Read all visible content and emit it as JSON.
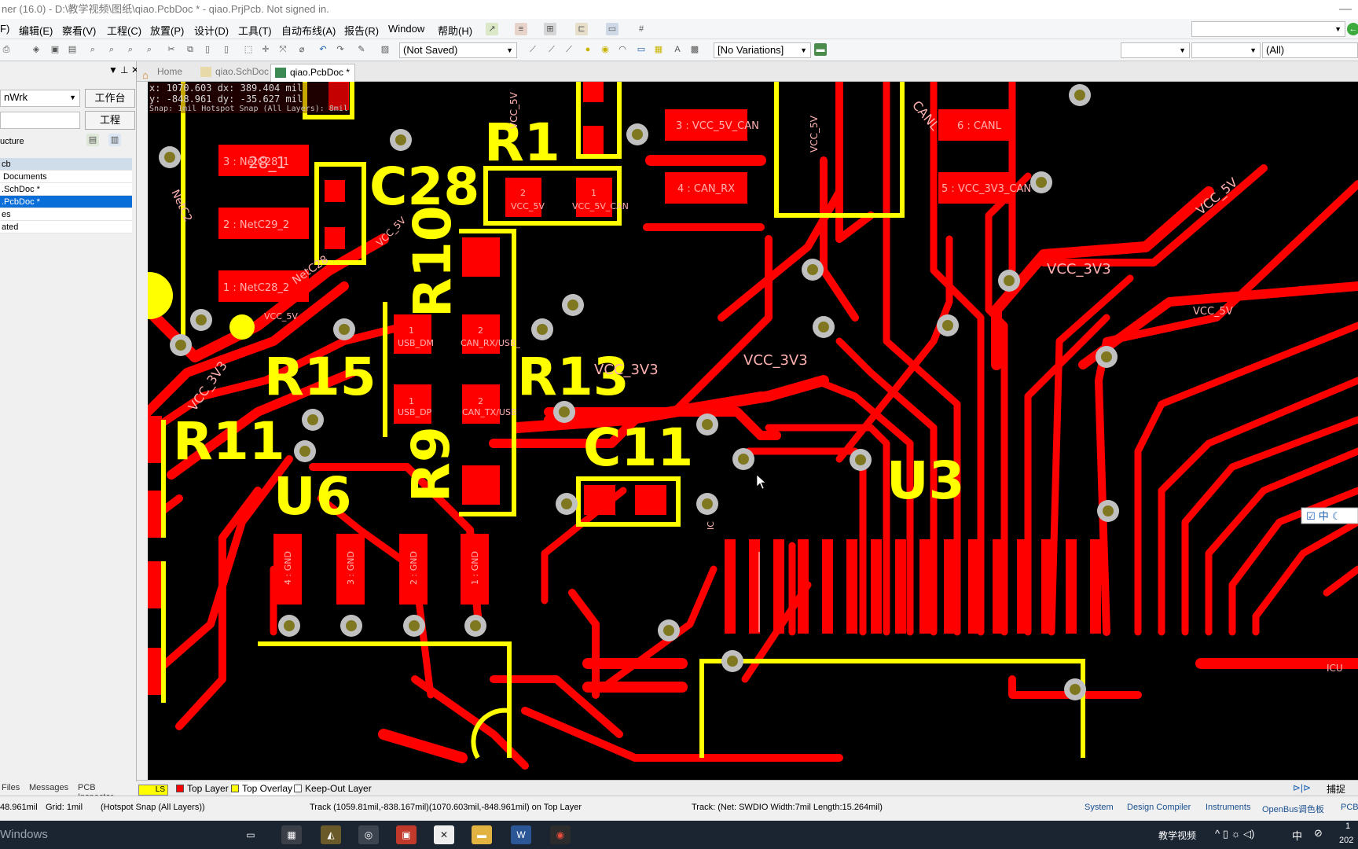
{
  "window": {
    "title": "ner (16.0) - D:\\教学视频\\图纸\\qiao.PcbDoc * - qiao.PrjPcb. Not signed in.",
    "controls": "—"
  },
  "menu": [
    "F)",
    "编辑(E)",
    "察看(V)",
    "工程(C)",
    "放置(P)",
    "设计(D)",
    "工具(T)",
    "自动布线(A)",
    "报告(R)",
    "Window",
    "帮助(H)"
  ],
  "toolbar": {
    "not_saved": "(Not Saved)",
    "variations": "[No Variations]",
    "filter_all": "(All)"
  },
  "left_panel": {
    "workspace_combo": "nWrk",
    "workspace_btn": "工作台",
    "project_btn": "工程",
    "view_label": "ucture",
    "tree": [
      "cb",
      "Documents",
      ".SchDoc *",
      ".PcbDoc *",
      "es",
      "ated"
    ],
    "selected_index": 3
  },
  "doc_tabs": [
    {
      "label": "Home",
      "active": false
    },
    {
      "label": "qiao.SchDoc *",
      "active": false
    },
    {
      "label": "qiao.PcbDoc *",
      "active": true
    }
  ],
  "hud": {
    "x": "x: 1070.603   dx: 389.404 mil",
    "y": "y: -848.961   dy: -35.627 mil",
    "snap": "Snap: 1mil  Hotspot Snap (All Layers): 8mil"
  },
  "pcb": {
    "refdes": [
      "R1",
      "C28",
      "R10",
      "R15",
      "R13",
      "R11",
      "R9",
      "C11",
      "U6",
      "U3"
    ],
    "pad_labels": {
      "c28": [
        "3 : NetC28_1",
        "2 : NetC29_2",
        "1 : NetC28_2"
      ],
      "can": [
        "3 : VCC_5V_CAN",
        "4 : CAN_RX",
        "6 : CANL",
        "5 : VCC_3V3_CAN"
      ],
      "r1": [
        "2",
        "VCC_5V",
        "1",
        "VCC_5V_CAN"
      ],
      "r15": [
        "1",
        "USB_DM",
        "2",
        "CAN_RX/USB_"
      ],
      "r9": [
        "1",
        "USB_DP",
        "2",
        "CAN_TX/USB"
      ],
      "u6": [
        "4 : GND",
        "3 : GND",
        "2 : GND",
        "1 : GND"
      ]
    },
    "net_labels": [
      "VCC_3V3",
      "VCC_3V3",
      "VCC_3V3",
      "VCC_5V",
      "VCC_5V",
      "VCC_5V",
      "VCC_3V3",
      "VCC_5V",
      "CANL",
      "NetC2",
      "NetC28",
      "VCC_5V",
      "VCC_5V",
      "ICU",
      "IC"
    ],
    "partial_label": "28_1"
  },
  "layers": [
    {
      "name": "LS",
      "color": "#ffff00"
    },
    {
      "name": "Top Layer",
      "color": "#ff0000"
    },
    {
      "name": "Top Overlay",
      "color": "#ffff00"
    },
    {
      "name": "Keep-Out Layer",
      "color": "#ffffff"
    }
  ],
  "bottom_tabs": [
    "Files",
    "Messages",
    "PCB Inspector"
  ],
  "bottom_right": [
    "捕捉"
  ],
  "status": {
    "coord": "48.961mil",
    "grid": "Grid: 1mil",
    "snap": "(Hotspot Snap (All Layers))",
    "track": "Track (1059.81mil,-838.167mil)(1070.603mil,-848.961mil) on Top Layer",
    "net": "Track: (Net: SWDIO Width:7mil Length:15.264mil)",
    "panels": [
      "System",
      "Design Compiler",
      "Instruments",
      "OpenBus调色板",
      "PCB"
    ]
  },
  "taskbar": {
    "start": "Windows",
    "tray": "教学视频",
    "ime": "中",
    "clock_top": "1",
    "clock_bottom": "202"
  },
  "colors": {
    "copper": "#ff0000",
    "overlay": "#ffff00",
    "via_ring": "#c0c0c0",
    "via_hole": "#808000",
    "select": "#0a6ed8"
  }
}
